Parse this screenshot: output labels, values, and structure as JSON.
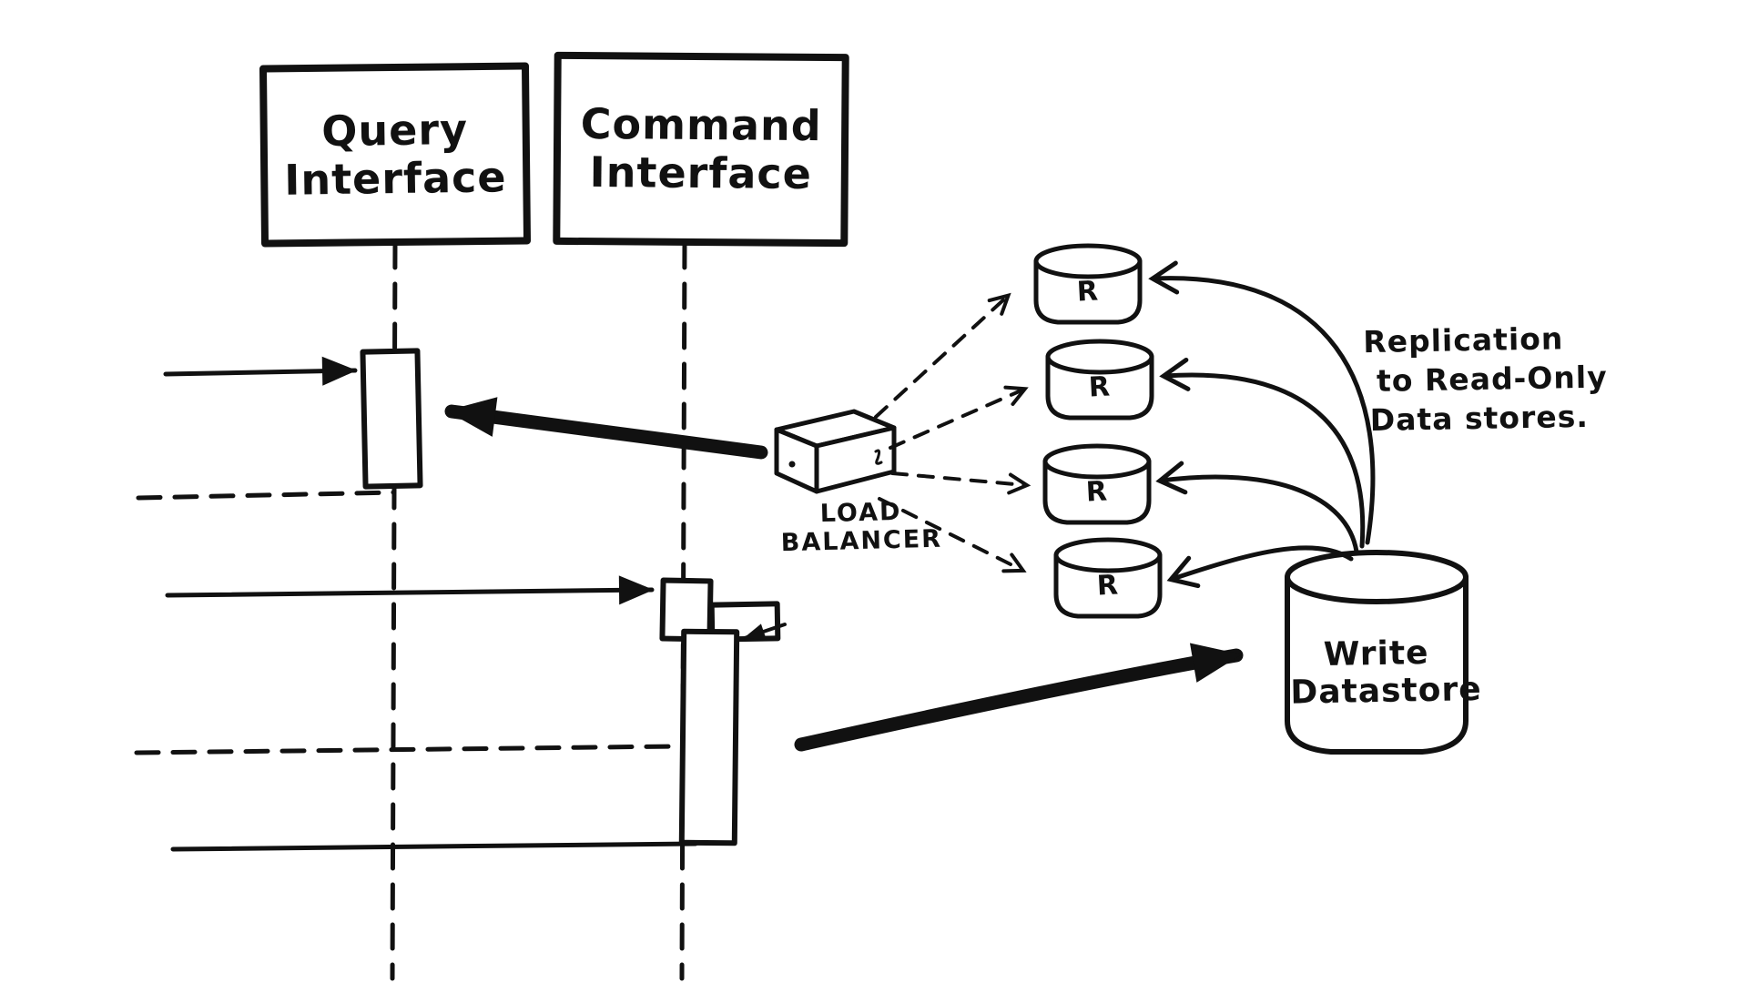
{
  "diagram": {
    "boxes": {
      "query": {
        "line1": "Query",
        "line2": "Interface"
      },
      "command": {
        "line1": "Command",
        "line2": "Interface"
      }
    },
    "load_balancer": {
      "line1": "LOAD",
      "line2": "BALANCER"
    },
    "read_replicas": {
      "labels": [
        "R",
        "R",
        "R",
        "R"
      ]
    },
    "write_datastore": {
      "line1": "Write",
      "line2": "Datastore"
    },
    "replication_note": {
      "line1": "Replication",
      "line2": "to Read-Only",
      "line3": "Data stores."
    },
    "ink_color": "#111111"
  }
}
